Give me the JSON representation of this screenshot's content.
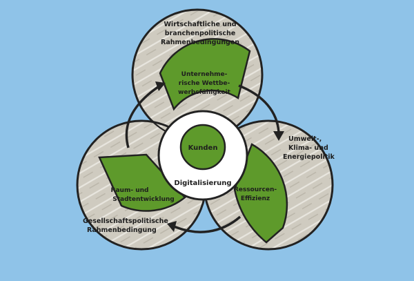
{
  "colors": {
    "background": "#8fc3e8",
    "circle_fill": "#cfcbc0",
    "green": "#5e9a2b",
    "outline": "#222222",
    "hub_fill": "#ffffff"
  },
  "diagram": {
    "center_core": "Kunden",
    "center_ring": "Digitalisierung",
    "top_circle": {
      "label_lines": [
        "Wirtschaftliche und",
        "branchenpolitische",
        "Rahmenbedingungen"
      ],
      "segment_lines": [
        "Unternehme-",
        "rische Wettbe-",
        "werbsfähigkeit"
      ]
    },
    "right_circle": {
      "label_lines": [
        "Umwelt-,",
        "Klima- und",
        "Energiepolitik"
      ],
      "segment_lines": [
        "Ressourcen-",
        "Effizienz"
      ]
    },
    "left_circle": {
      "label_lines": [
        "Gesellschaftspolitische",
        "Rahmenbedingung"
      ],
      "segment_lines": [
        "Raum- und",
        "Stadtentwicklung"
      ]
    }
  }
}
